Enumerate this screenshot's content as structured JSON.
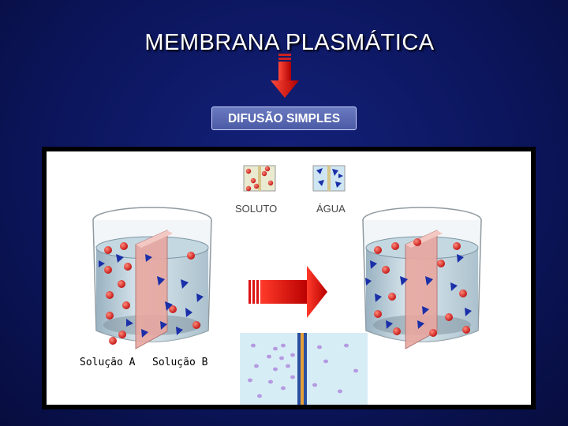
{
  "title": "MEMBRANA  PLASMÁTICA",
  "badge": "DIFUSÃO SIMPLES",
  "legend": {
    "solute": "SOLUTO",
    "water": "ÁGUA"
  },
  "beakers": {
    "solution_a": "Solução A",
    "solution_b": "Solução B"
  },
  "colors": {
    "background": "#0c165e",
    "solute": "#e02020",
    "water": "#1a2fa8",
    "arrow": "#e01010",
    "membrane": "#e8a7a0",
    "particle": "#b49ae0"
  }
}
